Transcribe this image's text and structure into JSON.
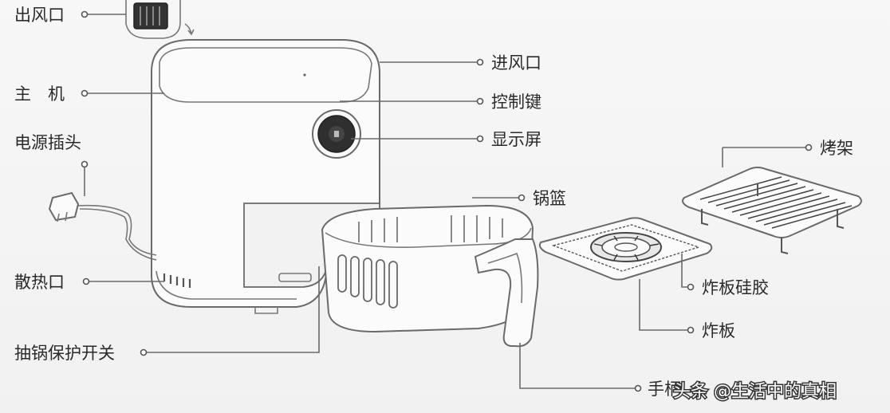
{
  "labels": {
    "air_outlet": "出风口",
    "main_unit": "主　机",
    "power_plug": "电源插头",
    "heat_vent": "散热口",
    "drawer_switch": "抽锅保护开关",
    "air_inlet": "进风口",
    "control_knob": "控制键",
    "display": "显示屏",
    "basket": "锅篮",
    "rack": "烤架",
    "fry_plate_silicone": "炸板硅胶",
    "fry_plate": "炸板",
    "handle": "手柄"
  },
  "watermark": "头条 @生活中的真相"
}
